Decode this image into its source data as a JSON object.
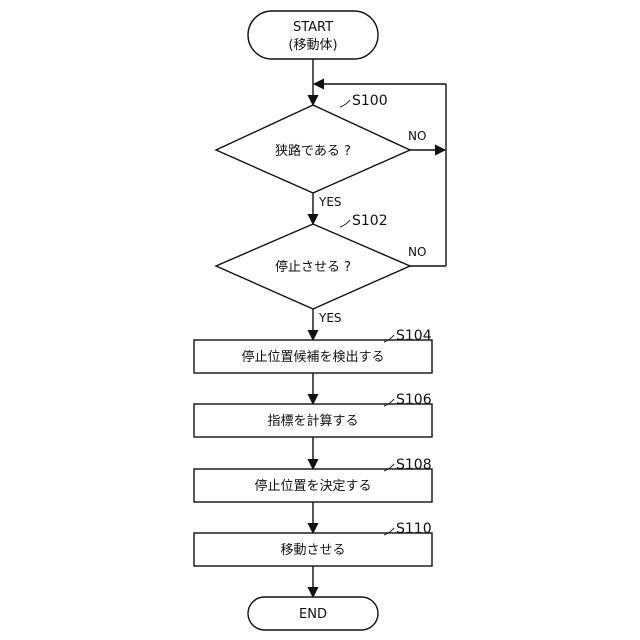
{
  "diagram": {
    "start_line1": "START",
    "start_line2": "(移動体)",
    "end": "END",
    "decision1": {
      "label": "狭路である ?",
      "step": "S100",
      "yes": "YES",
      "no": "NO"
    },
    "decision2": {
      "label": "停止させる ?",
      "step": "S102",
      "yes": "YES",
      "no": "NO"
    },
    "process": [
      {
        "label": "停止位置候補を検出する",
        "step": "S104"
      },
      {
        "label": "指標を計算する",
        "step": "S106"
      },
      {
        "label": "停止位置を決定する",
        "step": "S108"
      },
      {
        "label": "移動させる",
        "step": "S110"
      }
    ]
  }
}
